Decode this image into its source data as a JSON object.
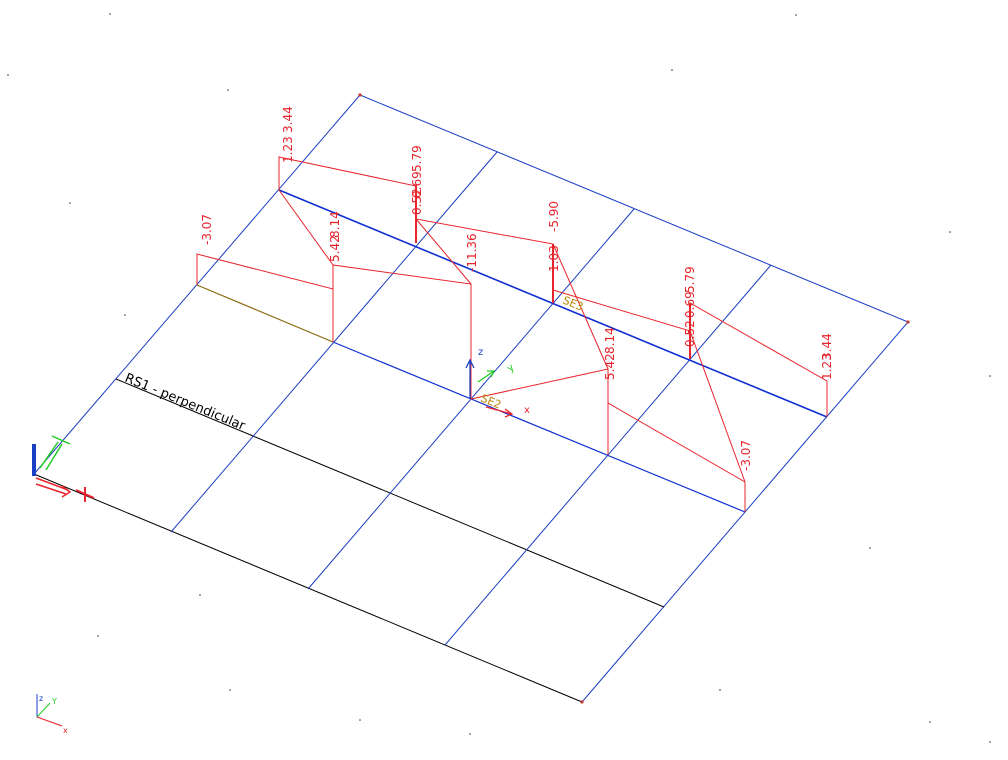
{
  "section_labels": {
    "rs1": "RS1 - perpendicular",
    "se2": "SE2",
    "se3": "SE3"
  },
  "local_axes": {
    "x": "x",
    "y": "y",
    "z": "z"
  },
  "view_cube_axes": {
    "x": "x",
    "y": "Y",
    "z": "z"
  },
  "values": {
    "back_left_a": "1.23",
    "back_left_b": "3.44",
    "front_left": "-3.07",
    "back_mid1_a": "0.52",
    "back_mid1_b": "0.69",
    "back_mid1_c": "5.79",
    "front_mid1_a": "5.42",
    "front_mid1_b": "8.14",
    "center_mid": "-11.36",
    "back_mid_a": "1.03",
    "back_mid_b": "-5.90",
    "back_mid2_a": "0.52",
    "back_mid2_b": "0.69",
    "back_mid2_c": "5.79",
    "front_mid2_a": "5.42",
    "front_mid2_b": "8.14",
    "back_right_a": "1.23",
    "back_right_b": "3.44",
    "front_right": "-3.07"
  },
  "colors": {
    "grid": "#1a3fc4",
    "grid_black": "#000000",
    "beam": "#1030d0",
    "diagram": "#e8242c",
    "section": "#b8860b",
    "axis_x": "#e8242c",
    "axis_y": "#22cc22",
    "axis_z": "#1a3fc4"
  }
}
